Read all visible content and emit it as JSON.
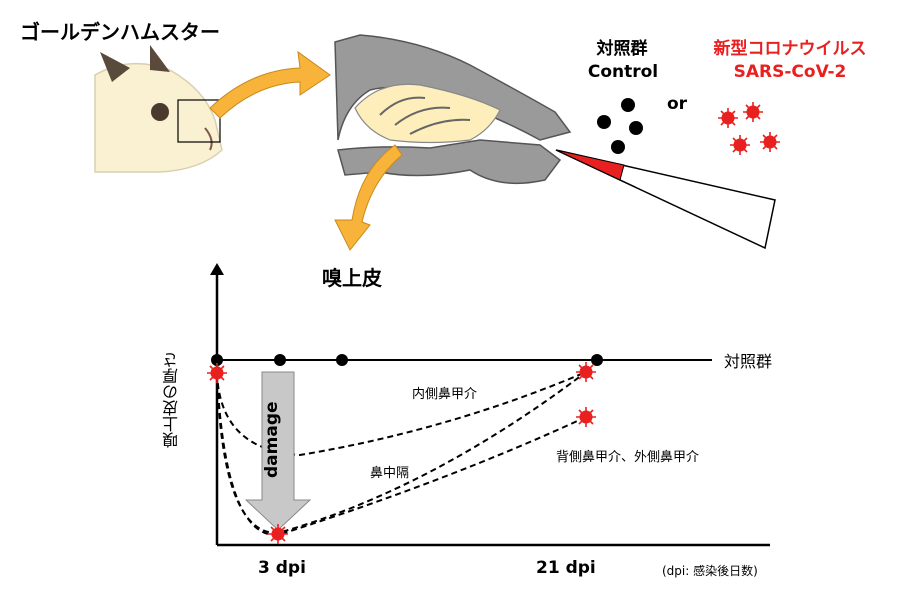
{
  "title": "ゴールデンハムスター",
  "epithelium_label": "嗅上皮",
  "groups": {
    "control_jp": "対照群",
    "control_en": "Control",
    "or": "or",
    "virus_jp": "新型コロナウイルス",
    "virus_en": "SARS-CoV-2"
  },
  "colors": {
    "accent_red": "#e8201f",
    "epithelium_yellow": "#fdeebb",
    "hamster_fur": "#faf1d2",
    "arrow_orange": "#f7b33a",
    "bone_gray": "#9a9a9a"
  },
  "chart_data": {
    "type": "line",
    "ylabel": "嗅上皮の厚さ",
    "x_ticks": [
      "3 dpi",
      "21 dpi"
    ],
    "x_note": "(dpi: 感染後日数)",
    "control_label": "対照群",
    "damage_label": "damage",
    "series": [
      {
        "name": "内側鼻甲介",
        "values": [
          {
            "day": 0,
            "level": 0.92
          },
          {
            "day": 3,
            "level": 0.45
          },
          {
            "day": 21,
            "level": 0.92
          }
        ]
      },
      {
        "name": "鼻中隔",
        "values": [
          {
            "day": 0,
            "level": 0.92
          },
          {
            "day": 3,
            "level": 0.05
          },
          {
            "day": 21,
            "level": 0.92
          }
        ]
      },
      {
        "name": "背側鼻甲介、外側鼻甲介",
        "values": [
          {
            "day": 0,
            "level": 0.92
          },
          {
            "day": 3,
            "level": 0.05
          },
          {
            "day": 21,
            "level": 0.72
          }
        ]
      }
    ]
  }
}
